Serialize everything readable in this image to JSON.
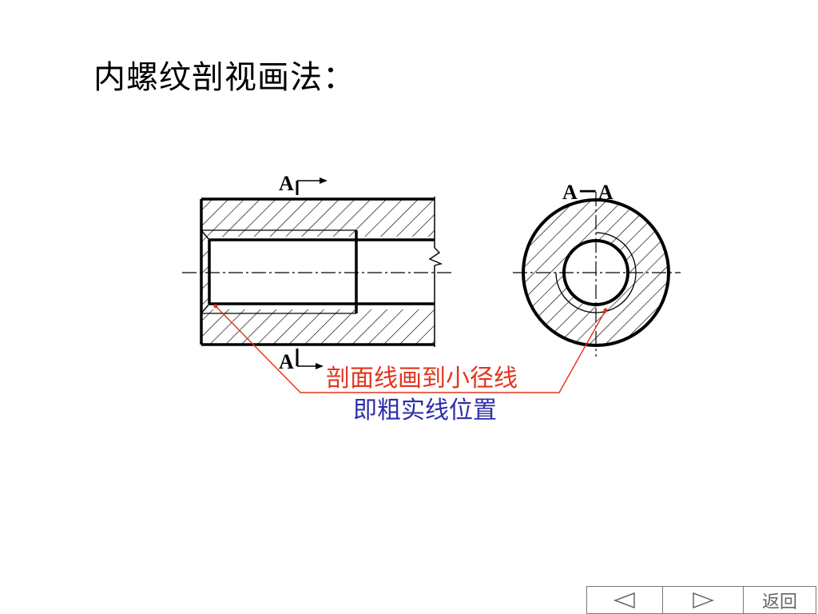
{
  "page": {
    "title": "内螺纹剖视画法："
  },
  "diagram": {
    "cut_label_top": "A",
    "cut_label_bottom": "A",
    "section_label": "A－A",
    "note_line1": "剖面线画到小径线",
    "note_line2": "即粗实线位置",
    "colors": {
      "outline": "#000000",
      "note_red": "#e3341d",
      "note_blue": "#2e2ea8"
    }
  },
  "nav": {
    "prev_icon": "triangle-left-icon",
    "next_icon": "triangle-right-icon",
    "back_label": "返回"
  }
}
